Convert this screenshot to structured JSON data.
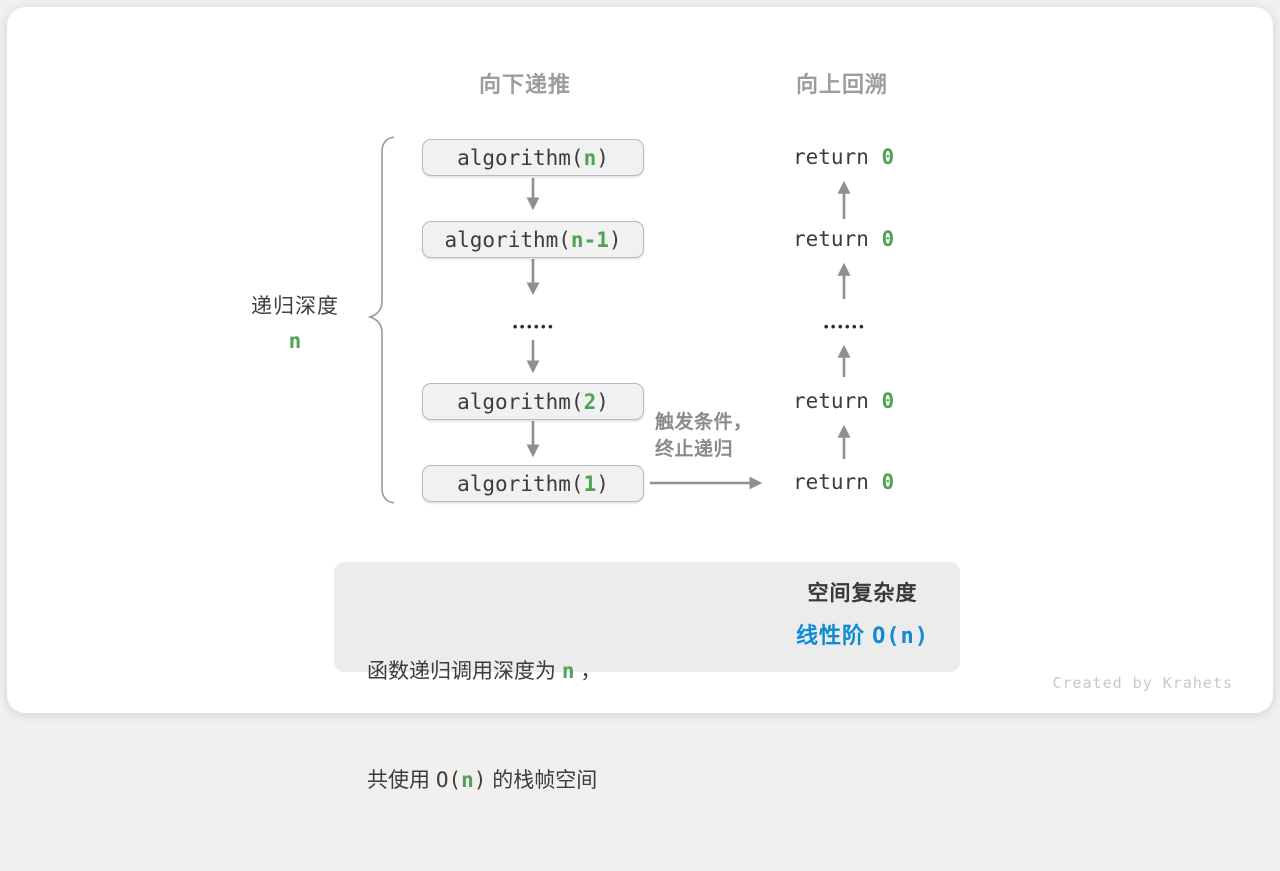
{
  "headers": {
    "downward": "向下递推",
    "upward": "向上回溯"
  },
  "depth": {
    "label": "递归深度",
    "value": "n"
  },
  "stack": [
    {
      "pre": "algorithm(",
      "arg": "n",
      "post": ")"
    },
    {
      "pre": "algorithm(",
      "arg": "n-1",
      "post": ")"
    },
    {
      "pre": "algorithm(",
      "arg": "2",
      "post": ")"
    },
    {
      "pre": "algorithm(",
      "arg": "1",
      "post": ")"
    }
  ],
  "returns": [
    {
      "pre": "return ",
      "val": "0"
    },
    {
      "pre": "return ",
      "val": "0"
    },
    {
      "pre": "return ",
      "val": "0"
    },
    {
      "pre": "return ",
      "val": "0"
    }
  ],
  "ellipsis": "••••••",
  "trigger": {
    "line1": "触发条件，",
    "line2": "终止递归"
  },
  "summary": {
    "l1a": "函数递归调用深度为 ",
    "l1b": "n",
    "l1c": " ，",
    "l2a": "共使用 ",
    "l2b": "O(",
    "l2c": "n",
    "l2d": ")",
    "l2e": " 的栈帧空间",
    "result_title": "空间复杂度",
    "result_class": "线性阶 ",
    "result_bigO": "O(n)"
  },
  "credit": "Created by Krahets",
  "colors": {
    "green_accent": "#4FA355",
    "blue_accent": "#0F8BD6",
    "arrow_gray": "#8F8F8F"
  }
}
